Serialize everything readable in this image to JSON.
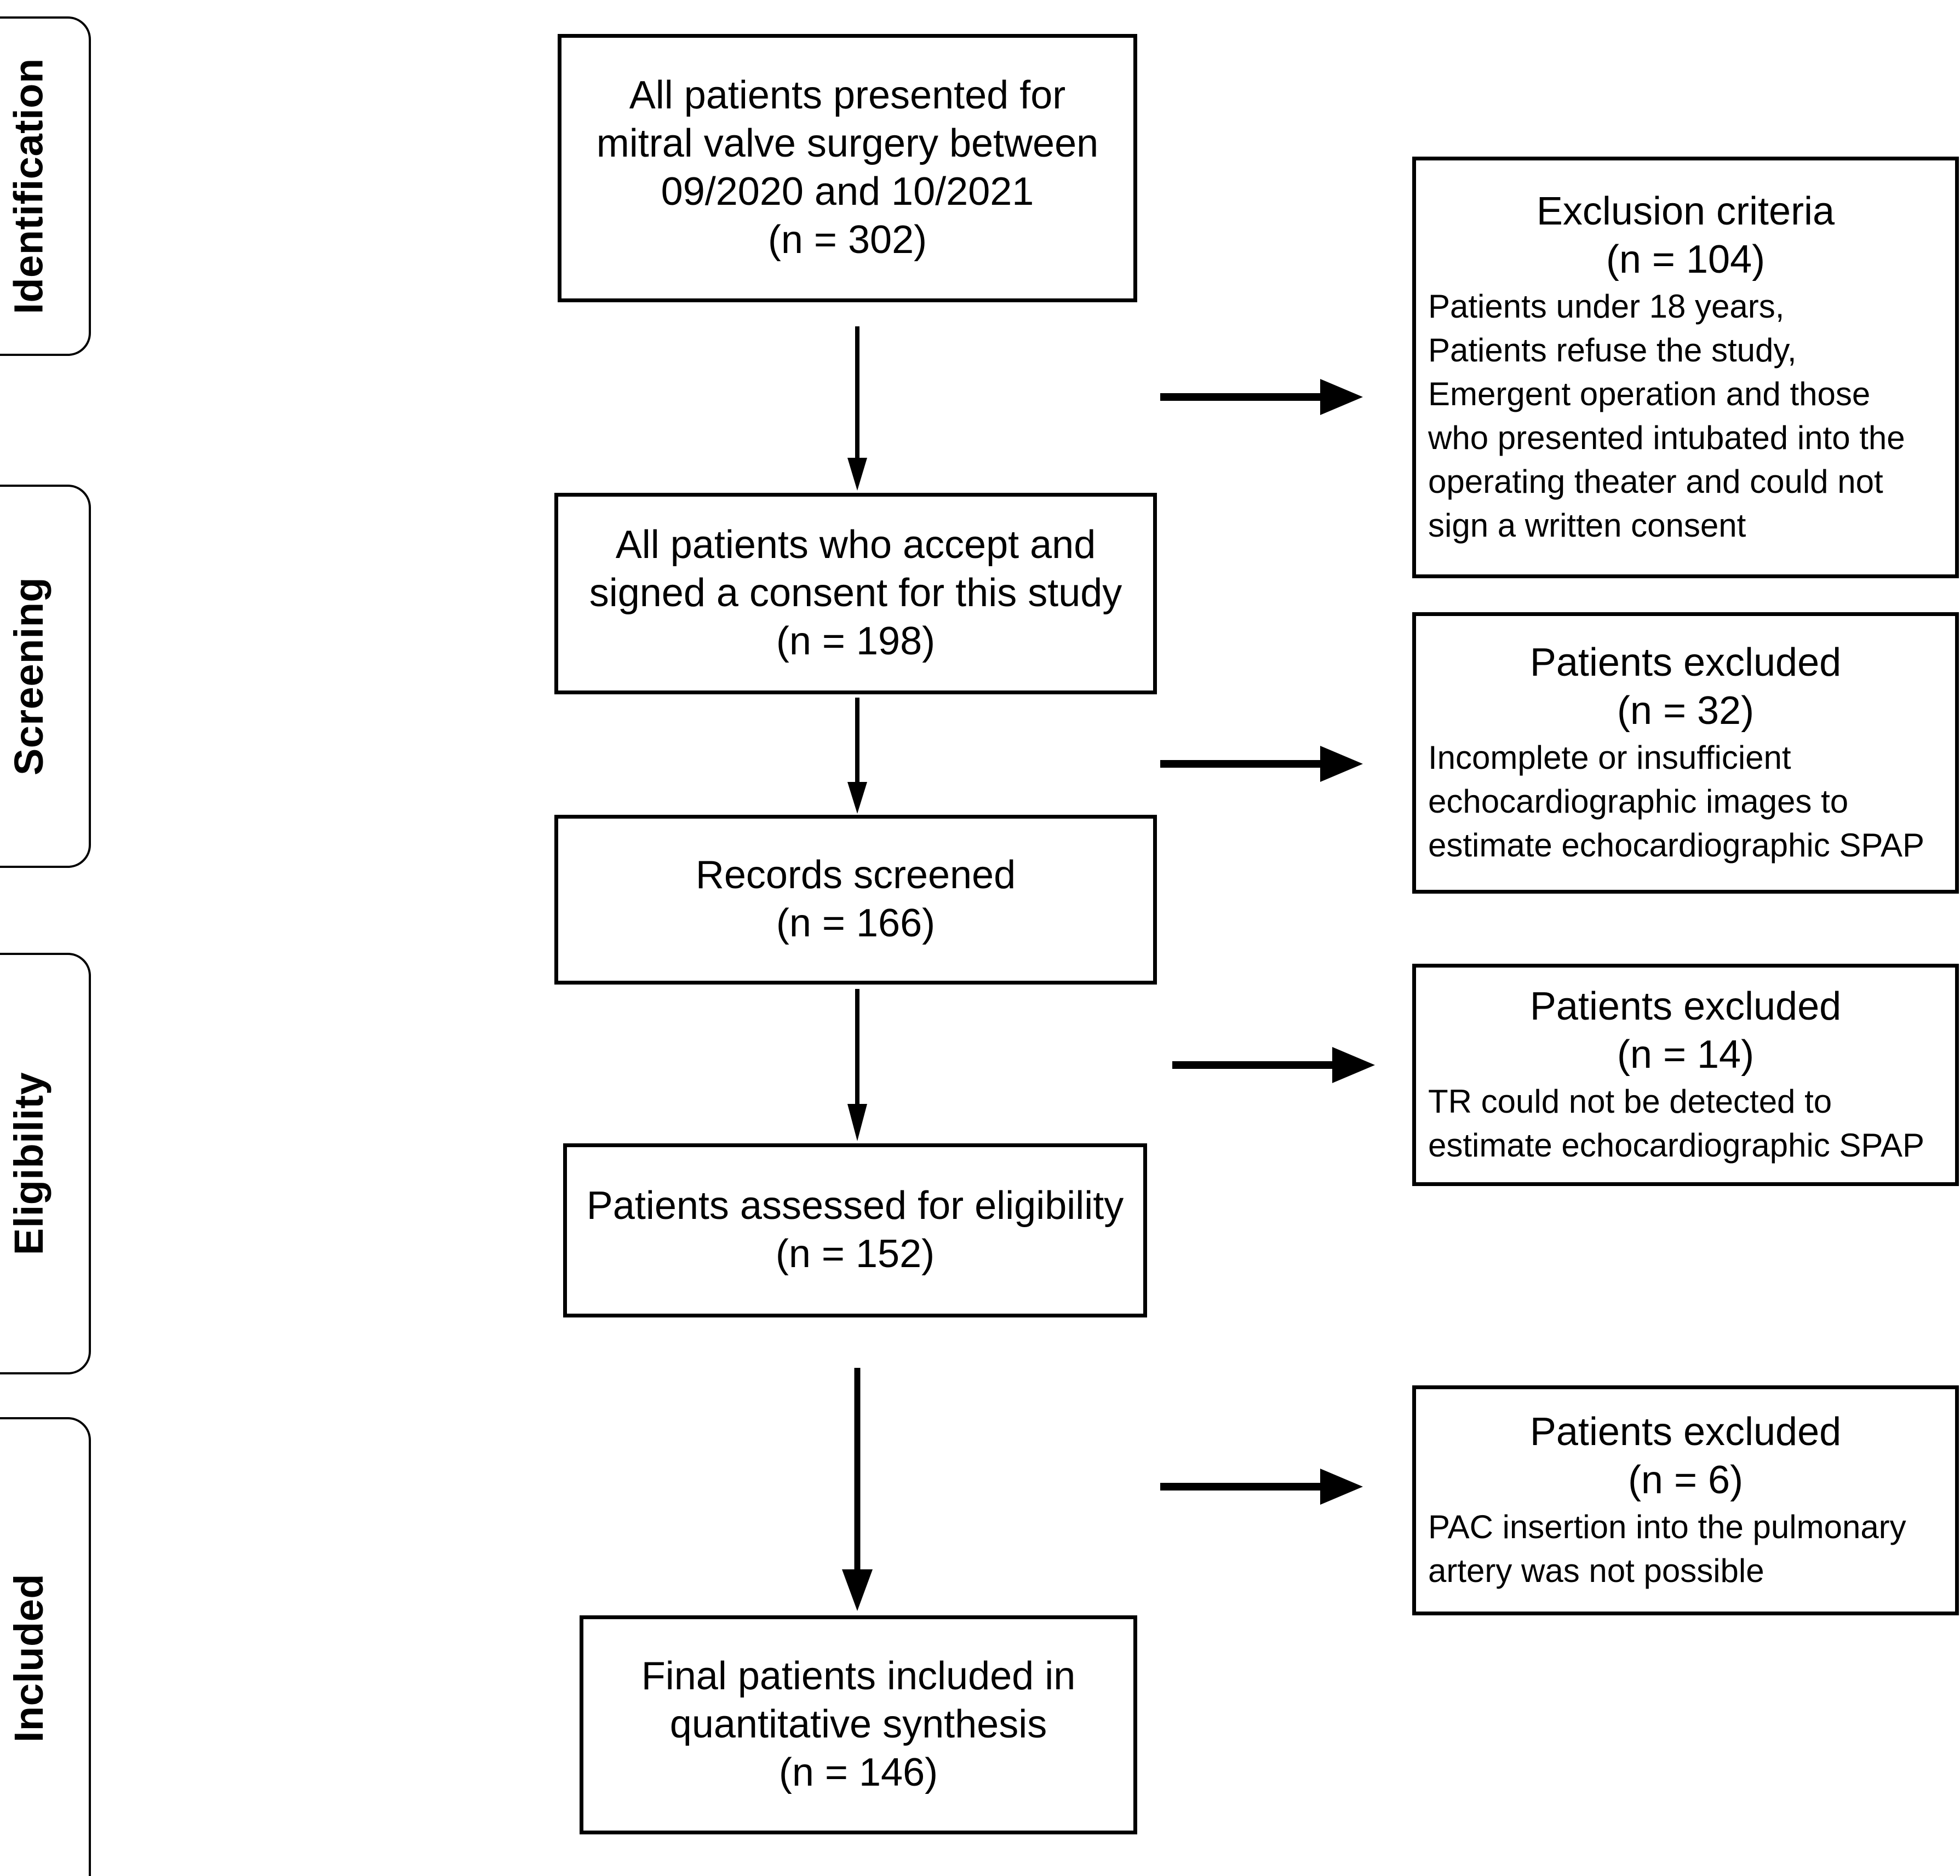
{
  "diagram": {
    "type": "prisma-flow-diagram",
    "stages": [
      {
        "id": "identification",
        "label": "Identification"
      },
      {
        "id": "screening",
        "label": "Screening"
      },
      {
        "id": "eligibility",
        "label": "Eligibility"
      },
      {
        "id": "included",
        "label": "Included"
      }
    ],
    "flow_boxes": [
      {
        "id": "all-presented",
        "lines": [
          "All patients presented for",
          "mitral valve surgery between",
          "09/2020 and 10/2021",
          "(n = 302)"
        ],
        "count": 302
      },
      {
        "id": "consented",
        "lines": [
          "All patients who accept and",
          "signed a consent for this study",
          "(n = 198)"
        ],
        "count": 198
      },
      {
        "id": "records-screened",
        "lines": [
          "Records screened",
          "(n = 166)"
        ],
        "count": 166
      },
      {
        "id": "assessed-eligibility",
        "lines": [
          "Patients assessed for eligibility",
          "(n = 152)"
        ],
        "count": 152
      },
      {
        "id": "final-included",
        "lines": [
          "Final patients included in",
          "quantitative synthesis",
          "(n = 146)"
        ],
        "count": 146
      }
    ],
    "exclusion_boxes": [
      {
        "id": "exclusion-criteria",
        "title": "Exclusion criteria",
        "count_label": "(n = 104)",
        "count": 104,
        "body_lines": [
          "Patients under 18 years,",
          "Patients refuse the study,",
          "Emergent operation and those",
          "who presented intubated into the",
          "operating theater and could not",
          "sign a written consent"
        ]
      },
      {
        "id": "excluded-echo-images",
        "title": "Patients excluded",
        "count_label": "(n = 32)",
        "count": 32,
        "body_lines": [
          "Incomplete or insufficient",
          "echocardiographic images to",
          "estimate echocardiographic SPAP"
        ]
      },
      {
        "id": "excluded-tr",
        "title": "Patients excluded",
        "count_label": "(n = 14)",
        "count": 14,
        "body_lines": [
          "TR could not be detected to",
          "estimate echocardiographic SPAP"
        ]
      },
      {
        "id": "excluded-pac",
        "title": "Patients excluded",
        "count_label": "(n = 6)",
        "count": 6,
        "body_lines": [
          "PAC insertion into the pulmonary",
          "artery was not possible"
        ]
      }
    ],
    "colors": {
      "stroke": "#000000",
      "background": "#ffffff",
      "text": "#000000"
    }
  }
}
